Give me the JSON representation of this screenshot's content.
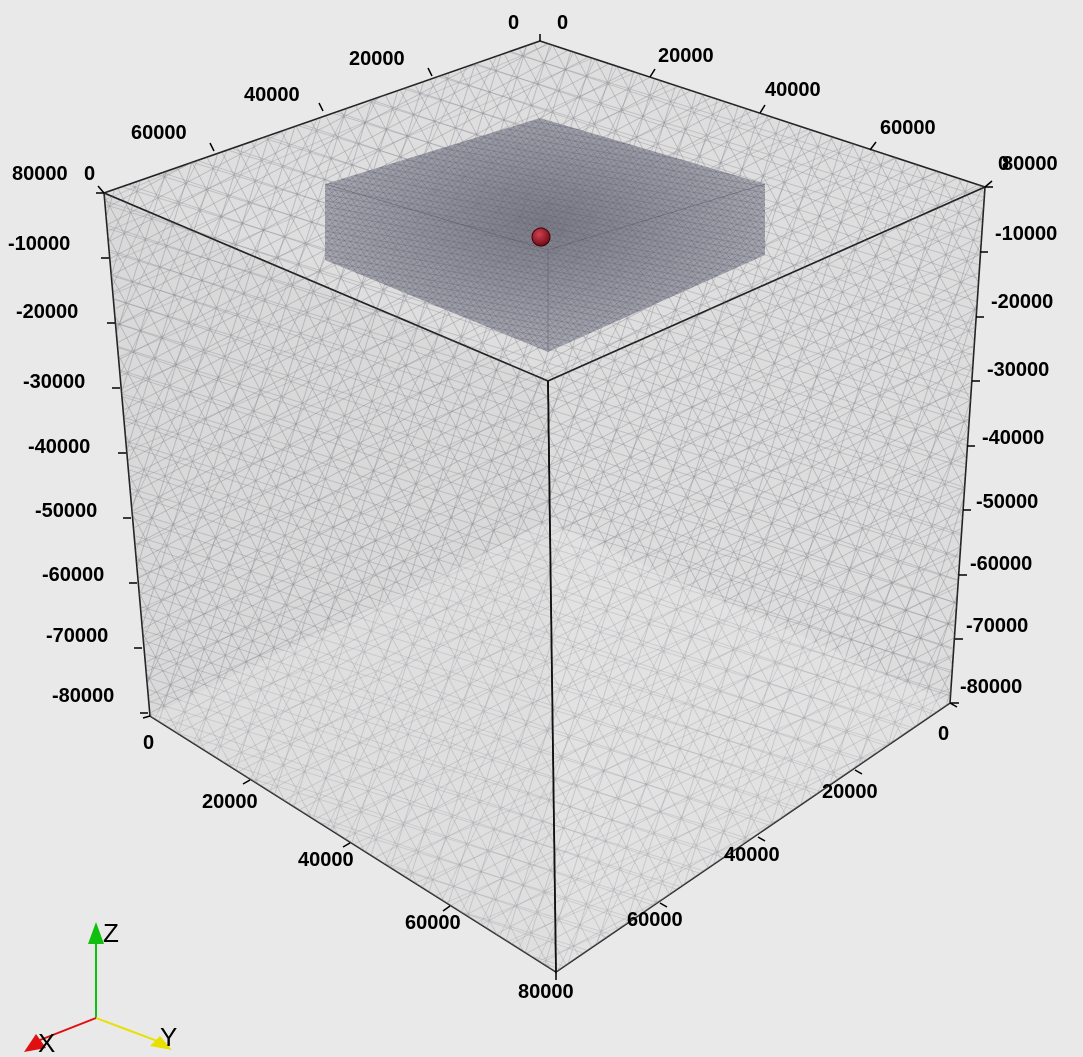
{
  "viewer": {
    "background_color": "#e9e9e9",
    "mesh_face_color": "#dcdcdc",
    "mesh_edge_color": "#70707c",
    "refined_region_color": "#8f8f9c",
    "source_point_color": "#a01020"
  },
  "axes": {
    "top_left_x": [
      "0",
      "20000",
      "40000",
      "60000",
      "80000"
    ],
    "top_right_y": [
      "0",
      "20000",
      "40000",
      "60000",
      "80000"
    ],
    "left_z": [
      "0",
      "-10000",
      "-20000",
      "-30000",
      "-40000",
      "-50000",
      "-60000",
      "-70000",
      "-80000"
    ],
    "right_z": [
      "0",
      "-10000",
      "-20000",
      "-30000",
      "-40000",
      "-50000",
      "-60000",
      "-70000",
      "-80000"
    ],
    "bottom_left": [
      "0",
      "20000",
      "40000",
      "60000",
      "80000"
    ],
    "bottom_right": [
      "0",
      "20000",
      "40000",
      "60000"
    ]
  },
  "orientation_widget": {
    "x_label": "X",
    "y_label": "Y",
    "z_label": "Z",
    "x_color": "#e01010",
    "y_color": "#e8e000",
    "z_color": "#10c010"
  }
}
